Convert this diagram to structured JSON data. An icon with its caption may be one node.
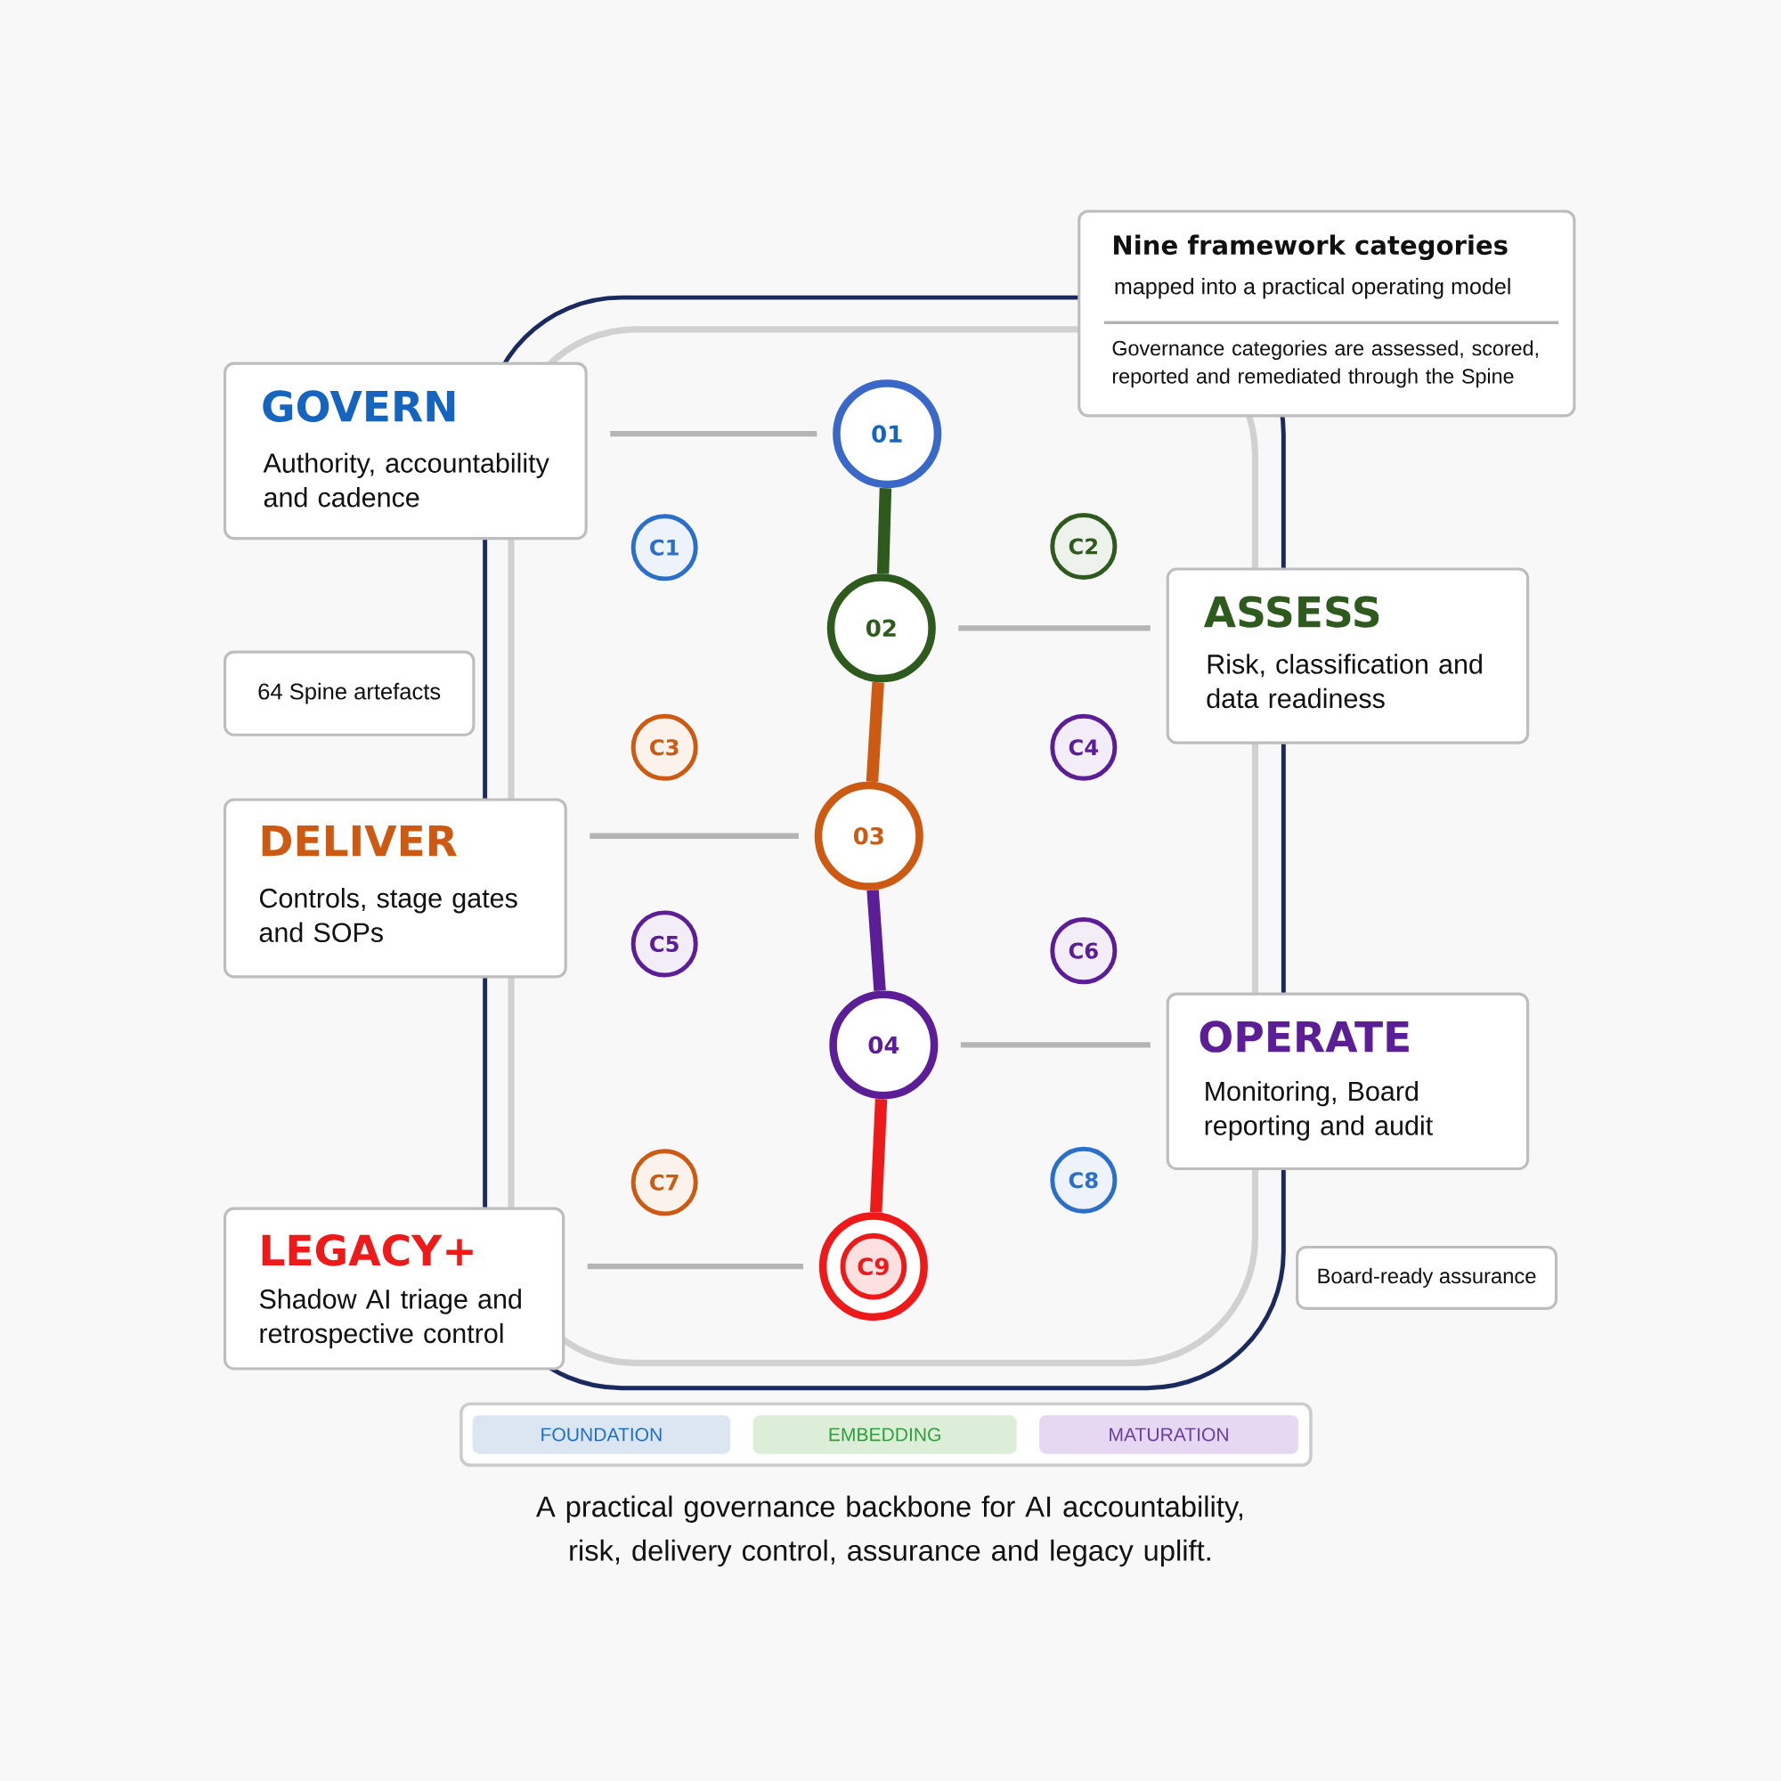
{
  "diagram": {
    "caption": "A practical governance backbone for AI accountability, risk, delivery control, assurance and legacy uplift.",
    "nodes": [
      {
        "text": [
          "Nine framework categories",
          "mapped into a practical operating model",
          "Governance categories are assessed, scored, reported and remediated through the Spine"
        ]
      },
      {
        "text": [
          "GOVERN",
          "Authority, accountability and cadence"
        ]
      },
      {
        "text": [
          "01"
        ]
      },
      {
        "text": [
          "C1"
        ]
      },
      {
        "text": [
          "C2"
        ]
      },
      {
        "text": [
          "ASSESS",
          "Risk, classification and data readiness"
        ]
      },
      {
        "text": [
          "02"
        ]
      },
      {
        "text": [
          "64 Spine artefacts"
        ]
      },
      {
        "text": [
          "C3"
        ]
      },
      {
        "text": [
          "C4"
        ]
      },
      {
        "text": [
          "DELIVER",
          "Controls, stage gates and SOPs"
        ]
      },
      {
        "text": [
          "03"
        ]
      },
      {
        "text": [
          "C5"
        ]
      },
      {
        "text": [
          "C6"
        ]
      },
      {
        "text": [
          "OPERATE",
          "Monitoring, Board reporting and audit"
        ]
      },
      {
        "text": [
          "04"
        ]
      },
      {
        "text": [
          "C7"
        ]
      },
      {
        "text": [
          "C8"
        ]
      },
      {
        "text": [
          "LEGACY+",
          "Shadow AI triage and retrospective control"
        ]
      },
      {
        "text": [
          "C9"
        ]
      },
      {
        "text": [
          "Board-ready assurance"
        ]
      }
    ],
    "edges": [
      {
        "from": 1,
        "to": 2,
        "arrow": "none"
      },
      {
        "from": 6,
        "to": 5,
        "arrow": "none"
      },
      {
        "from": 10,
        "to": 11,
        "arrow": "none"
      },
      {
        "from": 15,
        "to": 14,
        "arrow": "none"
      },
      {
        "from": 18,
        "to": 19,
        "arrow": "none"
      },
      {
        "from": 2,
        "to": 6,
        "arrow": "none",
        "style": "thick",
        "color": "#2e5a1e"
      },
      {
        "from": 6,
        "to": 11,
        "arrow": "none",
        "style": "thick",
        "color": "#cc5a12"
      },
      {
        "from": 11,
        "to": 15,
        "arrow": "none",
        "style": "thick",
        "color": "#5b1e96"
      },
      {
        "from": 15,
        "to": 19,
        "arrow": "none",
        "style": "thick",
        "color": "#ee1a1a"
      }
    ],
    "legend": [
      {
        "text": "FOUNDATION",
        "color": "#dce6f2"
      },
      {
        "text": "EMBEDDING",
        "color": "#dceed8"
      },
      {
        "text": "MATURATION",
        "color": "#e6d8f2"
      }
    ]
  }
}
